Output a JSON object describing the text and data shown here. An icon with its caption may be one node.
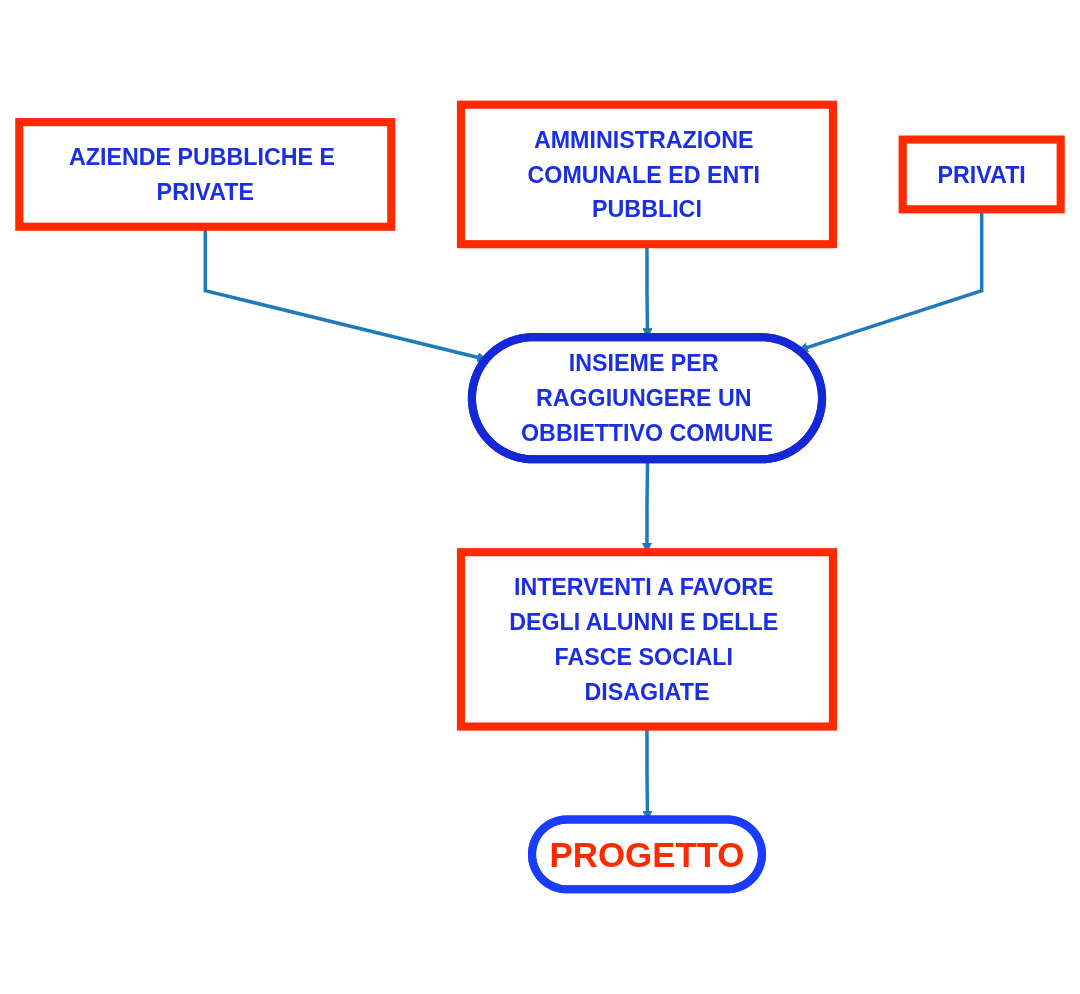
{
  "diagram": {
    "nodes": [
      {
        "text": [
          "AZIENDE PUBBLICHE E PRIVATE"
        ]
      },
      {
        "text": [
          "AMMINISTRAZIONE COMUNALE ED ENTI PUBBLICI"
        ]
      },
      {
        "text": [
          "PRIVATI"
        ]
      },
      {
        "text": [
          "INSIEME PER RAGGIUNGERE UN OBBIETTIVO COMUNE"
        ]
      },
      {
        "text": [
          "INTERVENTI A FAVORE DEGLI ALUNNI E DELLE FASCE SOCIALI DISAGIATE"
        ]
      },
      {
        "text": [
          "PROGETTO"
        ]
      }
    ],
    "edges": [
      {
        "from": 0,
        "to": 3,
        "arrow": "to"
      },
      {
        "from": 1,
        "to": 3,
        "arrow": "to"
      },
      {
        "from": 2,
        "to": 3,
        "arrow": "to"
      },
      {
        "from": 3,
        "to": 4,
        "arrow": "to"
      },
      {
        "from": 4,
        "to": 5,
        "arrow": "to"
      }
    ]
  }
}
